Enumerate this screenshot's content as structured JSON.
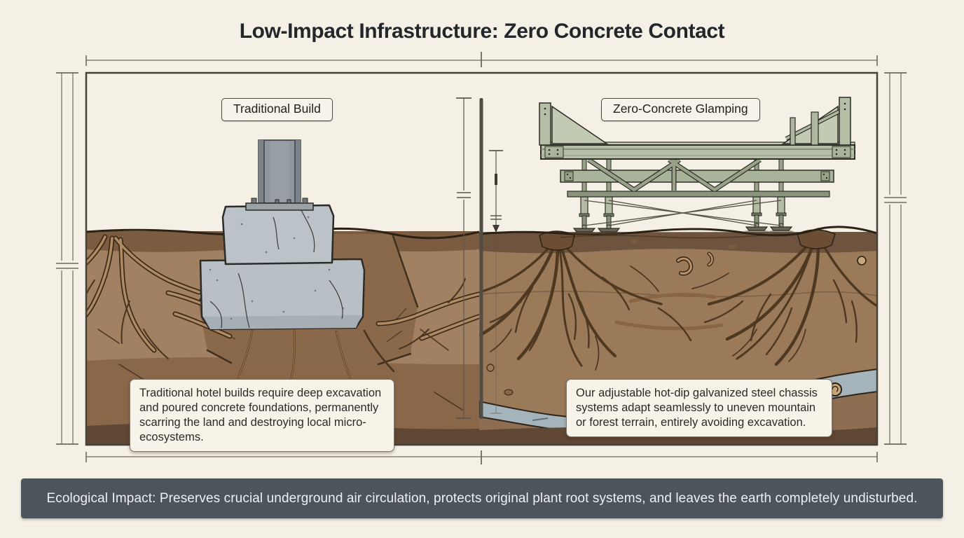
{
  "title": "Low-Impact Infrastructure: Zero Concrete Contact",
  "left_panel": {
    "label": "Traditional Build",
    "caption": "Traditional hotel builds require deep excavation and poured concrete foundations, permanently scarring the land and destroying local micro-ecosystems."
  },
  "right_panel": {
    "label": "Zero-Concrete Glamping",
    "caption": "Our adjustable hot-dip galvanized steel chassis systems adapt seamlessly to uneven mountain or forest terrain, entirely avoiding excavation."
  },
  "footer": {
    "text": "Ecological Impact: Preserves crucial underground air circulation, protects original plant root systems, and leaves the earth completely undisturbed."
  },
  "icons": {
    "divider": "section-divider-bar",
    "dimensions": "technical-dimension-lines"
  },
  "colors": {
    "background": "#f4f0e6",
    "banner": "#4c545c",
    "banner_text": "#eef1f2",
    "frame_line": "#474239",
    "soil": "#9b7a5a",
    "topsoil": "#6e543e",
    "excavation_fill": "#8a684a",
    "concrete": "#b9c0c5",
    "steel_column": "#8f969c",
    "chassis_steel": "#b6bea7",
    "root": "#4e3820",
    "stream": "#a5b3ba",
    "text_dark": "#23272b"
  }
}
